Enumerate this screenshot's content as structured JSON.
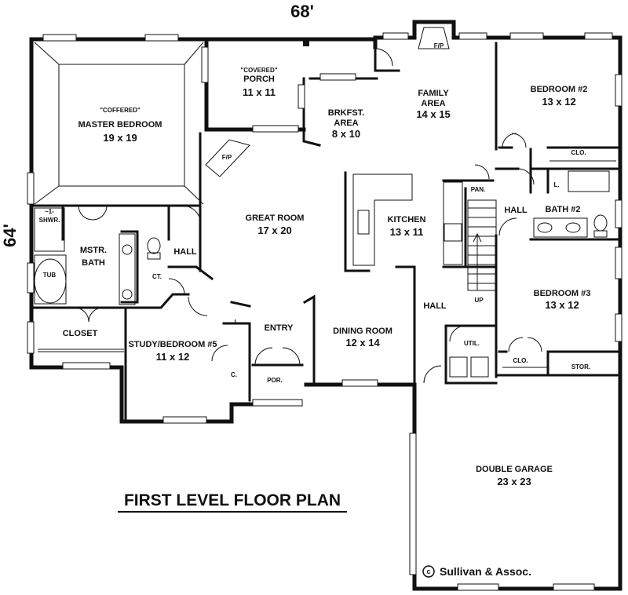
{
  "plan": {
    "width_dim": "68'",
    "depth_dim": "64'",
    "title": "FIRST LEVEL FLOOR PLAN",
    "credit": "Sullivan & Assoc.",
    "copyright_symbol": "c"
  },
  "rooms": {
    "master_bedroom": {
      "note": "\"COFFERED\"",
      "name": "MASTER BEDROOM",
      "size": "19 x 19"
    },
    "porch": {
      "note": "\"COVERED\"",
      "name": "PORCH",
      "size": "11 x 11"
    },
    "brkfst": {
      "line1": "BRKFST.",
      "line2": "AREA",
      "size": "8 x 10"
    },
    "family": {
      "line1": "FAMILY",
      "line2": "AREA",
      "size": "14 x 15"
    },
    "bedroom2": {
      "name": "BEDROOM #2",
      "size": "13 x 12"
    },
    "great_room": {
      "name": "GREAT ROOM",
      "size": "17 x 20"
    },
    "kitchen": {
      "name": "KITCHEN",
      "size": "13 x 11"
    },
    "bath2": {
      "name": "BATH #2"
    },
    "mstr_bath": {
      "line1": "MSTR.",
      "line2": "BATH"
    },
    "bedroom3": {
      "name": "BEDROOM #3",
      "size": "13 x 12"
    },
    "dining": {
      "name": "DINING ROOM",
      "size": "12 x 14"
    },
    "study": {
      "name": "STUDY/BEDROOM #5",
      "size": "11 x 12"
    },
    "garage": {
      "name": "DOUBLE GARAGE",
      "size": "23 x 23"
    }
  },
  "labels": {
    "fp_top": "F/P",
    "fp_great": "F/P",
    "clo_bed2": "CLO.",
    "clo_bed3": "CLO.",
    "linen_bath2": "L.",
    "linen_study": "L.",
    "pantry": "PAN.",
    "hall_left": "HALL",
    "hall_right": "HALL",
    "hall_center": "HALL",
    "ct": "CT.",
    "tub": "TUB",
    "shwr_top": "~1-",
    "shwr": "SHWR.",
    "closet": "CLOSET",
    "closet_c": "C.",
    "entry": "ENTRY",
    "por": "POR.",
    "util": "UTIL.",
    "stor": "STOR.",
    "up": "UP"
  }
}
